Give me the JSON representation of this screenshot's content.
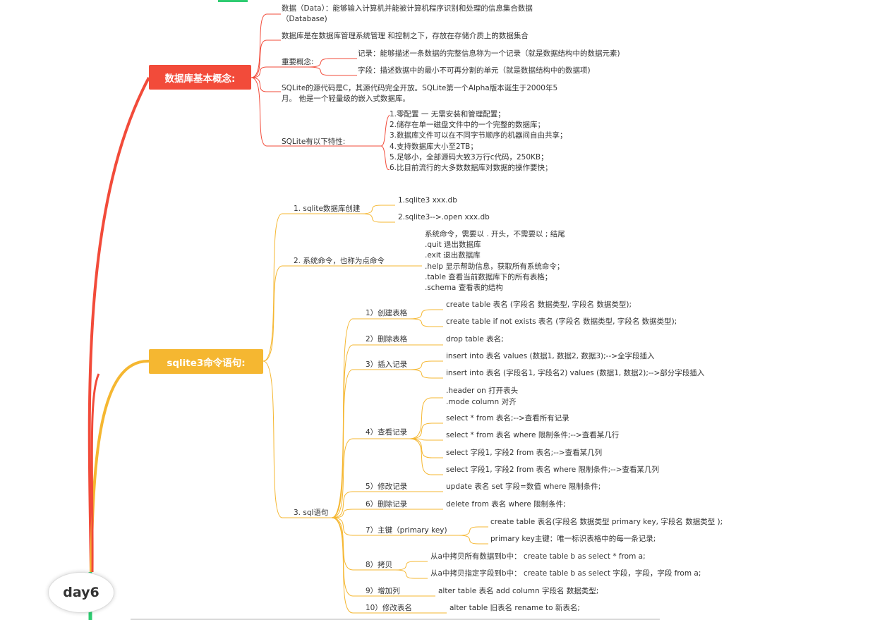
{
  "root": "day6",
  "colors": {
    "red": "#f24b3a",
    "yellow": "#f5b731",
    "green": "#2ecc71",
    "text": "#333333"
  },
  "nodes": {
    "n_main1": "数据库基本概念:",
    "n_main2": "sqlite3命令语句:",
    "n_data": "数据（Data）：能够输入计算机并能被计算机程序识别和处理的信息集合数据\n（Database)",
    "n_db": "数据库是在数据库管理系统管理 和控制之下，存放在存储介质上的数据集合",
    "n_concept": "重要概念:",
    "n_record": "记录：能够描述一条数据的完整信息称为一个记录（就是数据结构中的数据元素)",
    "n_field": "字段：描述数据中的最小不可再分割的单元（就是数据结构中的数据项)",
    "n_src": "SQLite的源代码是C，其源代码完全开放。SQLite第一个Alpha版本诞生于2000年5\n月。 他是一个轻量级的嵌入式数据库。",
    "n_feat": "SQLite有以下特性:",
    "n_featlist": "1.零配置 一 无需安装和管理配置；\n2.储存在单一磁盘文件中的一个完整的数据库；\n3.数据库文件可以在不同字节顺序的机器间自由共享；\n4.支持数据库大小至2TB；\n5.足够小，全部源码大致3万行c代码，250KB；\n6.比目前流行的大多数数据库对数据的操作要快；",
    "n_c1": "1. sqlite数据库创建",
    "n_c1a": "1.sqlite3 xxx.db",
    "n_c1b": "2.sqlite3-->.open xxx.db",
    "n_c2": "2. 系统命令，也称为点命令",
    "n_c2list": "系统命令，需要以 . 开头，不需要以 ; 结尾\n.quit   退出数据库\n.exit   退出数据库\n.help    显示帮助信息，获取所有系统命令；\n.table  查看当前数据库下的所有表格；\n.schema 查看表的结构",
    "n_c3": "3. sql语句",
    "n_s1": "1）创建表格",
    "n_s1a": "create table 表名 (字段名 数据类型, 字段名 数据类型);",
    "n_s1b": "create table if not exists 表名 (字段名 数据类型, 字段名 数据类型);",
    "n_s2": "2）删除表格",
    "n_s2a": "drop table 表名;",
    "n_s3": "3）插入记录",
    "n_s3a": "insert into 表名 values (数据1, 数据2, 数据3);-->全字段插入",
    "n_s3b": "insert into 表名 (字段名1, 字段名2) values (数据1, 数据2);-->部分字段插入",
    "n_s4": "4）查看记录",
    "n_s4a": ".header on 打开表头\n.mode column 对齐",
    "n_s4b": "select * from 表名;-->查看所有记录",
    "n_s4c": "select * from 表名 where 限制条件;-->查看某几行",
    "n_s4d": "select 字段1, 字段2 from 表名;-->查看某几列",
    "n_s4e": "select 字段1, 字段2 from 表名 where 限制条件;-->查看某几列",
    "n_s5": "5）修改记录",
    "n_s5a": "update 表名 set 字段=数值 where 限制条件;",
    "n_s6": "6）删除记录",
    "n_s6a": "delete from 表名 where 限制条件;",
    "n_s7": "7）主键（primary key)",
    "n_s7a": "create table 表名(字段名 数据类型 primary key, 字段名 数据类型 );",
    "n_s7b": "primary key主键：唯一标识表格中的每一条记录;",
    "n_s8": "8）拷贝",
    "n_s8a": "从a中拷贝所有数据到b中：  create table b as select * from a;",
    "n_s8b": "从a中拷贝指定字段到b中：  create table b as select 字段，字段，字段 from a;",
    "n_s9": "9）增加列",
    "n_s9a": "alter table 表名 add column 字段名 数据类型;",
    "n_s10": "10）修改表名",
    "n_s10a": "alter table 旧表名 rename to 新表名;"
  }
}
